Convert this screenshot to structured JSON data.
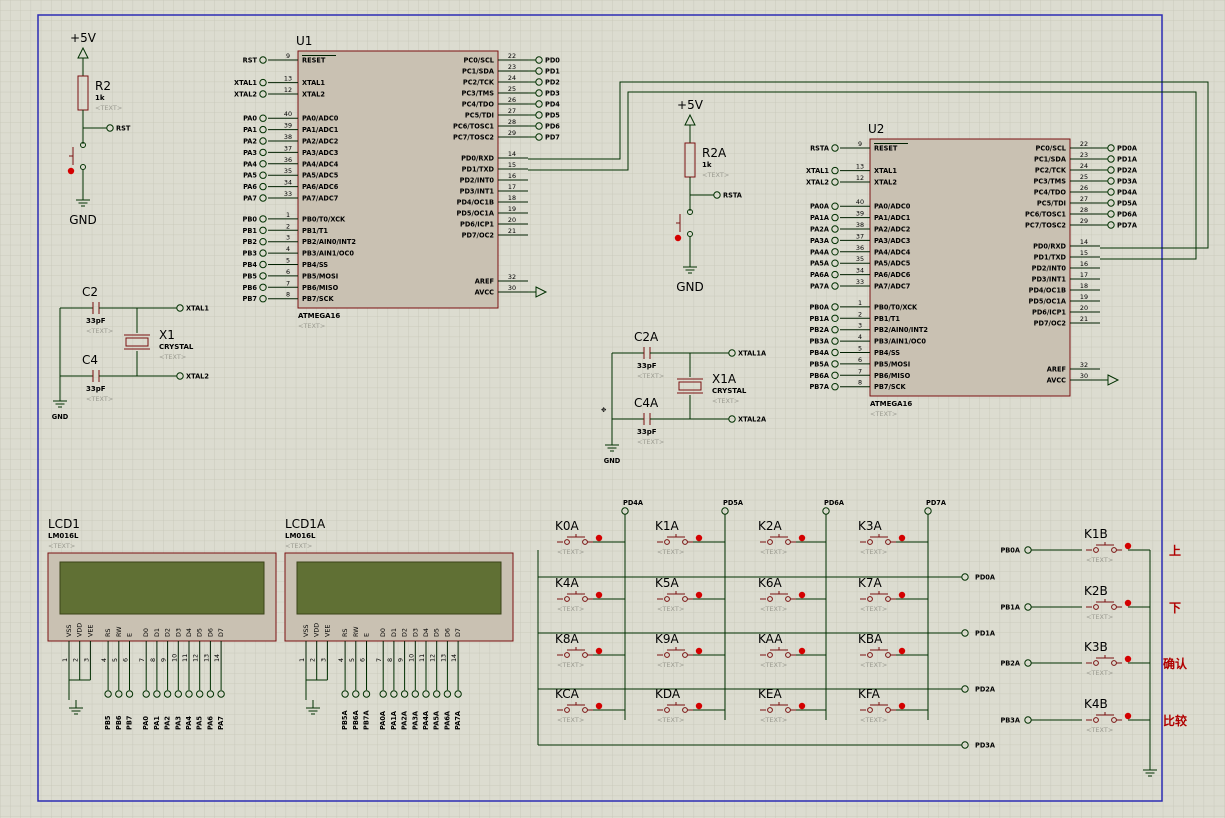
{
  "colors": {
    "background": "#dcdcd0",
    "grid": "#c9c9bc",
    "border": "#2c2cb4",
    "wire": "#003000",
    "body": "#c9c1b2",
    "outline": "#7a1010",
    "lcd_screen": "#607034",
    "lcd_bezel": "#c9c1b2",
    "red_dot": "#d40000",
    "label_red": "#b00000",
    "hint": "#9a9a90"
  },
  "text_hint": "<TEXT>",
  "u1": {
    "ref": "U1",
    "part": "ATMEGA16",
    "left_pins": [
      {
        "net": "RST",
        "num": "9",
        "name": "RESET"
      },
      {
        "net": "XTAL1",
        "num": "13",
        "name": "XTAL1"
      },
      {
        "net": "XTAL2",
        "num": "12",
        "name": "XTAL2"
      },
      {
        "net": "PA0",
        "num": "40",
        "name": "PA0/ADC0"
      },
      {
        "net": "PA1",
        "num": "39",
        "name": "PA1/ADC1"
      },
      {
        "net": "PA2",
        "num": "38",
        "name": "PA2/ADC2"
      },
      {
        "net": "PA3",
        "num": "37",
        "name": "PA3/ADC3"
      },
      {
        "net": "PA4",
        "num": "36",
        "name": "PA4/ADC4"
      },
      {
        "net": "PA5",
        "num": "35",
        "name": "PA5/ADC5"
      },
      {
        "net": "PA6",
        "num": "34",
        "name": "PA6/ADC6"
      },
      {
        "net": "PA7",
        "num": "33",
        "name": "PA7/ADC7"
      },
      {
        "net": "PB0",
        "num": "1",
        "name": "PB0/T0/XCK"
      },
      {
        "net": "PB1",
        "num": "2",
        "name": "PB1/T1"
      },
      {
        "net": "PB2",
        "num": "3",
        "name": "PB2/AIN0/INT2"
      },
      {
        "net": "PB3",
        "num": "4",
        "name": "PB3/AIN1/OC0"
      },
      {
        "net": "PB4",
        "num": "5",
        "name": "PB4/SS"
      },
      {
        "net": "PB5",
        "num": "6",
        "name": "PB5/MOSI"
      },
      {
        "net": "PB6",
        "num": "7",
        "name": "PB6/MISO"
      },
      {
        "net": "PB7",
        "num": "8",
        "name": "PB7/SCK"
      }
    ],
    "right_pins": [
      {
        "num": "22",
        "name": "PC0/SCL",
        "net": "PD0"
      },
      {
        "num": "23",
        "name": "PC1/SDA",
        "net": "PD1"
      },
      {
        "num": "24",
        "name": "PC2/TCK",
        "net": "PD2"
      },
      {
        "num": "25",
        "name": "PC3/TMS",
        "net": "PD3"
      },
      {
        "num": "26",
        "name": "PC4/TDO",
        "net": "PD4"
      },
      {
        "num": "27",
        "name": "PC5/TDI",
        "net": "PD5"
      },
      {
        "num": "28",
        "name": "PC6/TOSC1",
        "net": "PD6"
      },
      {
        "num": "29",
        "name": "PC7/TOSC2",
        "net": "PD7"
      },
      {
        "num": "14",
        "name": "PD0/RXD",
        "net": ""
      },
      {
        "num": "15",
        "name": "PD1/TXD",
        "net": ""
      },
      {
        "num": "16",
        "name": "PD2/INT0",
        "net": ""
      },
      {
        "num": "17",
        "name": "PD3/INT1",
        "net": ""
      },
      {
        "num": "18",
        "name": "PD4/OC1B",
        "net": ""
      },
      {
        "num": "19",
        "name": "PD5/OC1A",
        "net": ""
      },
      {
        "num": "20",
        "name": "PD6/ICP1",
        "net": ""
      },
      {
        "num": "21",
        "name": "PD7/OC2",
        "net": ""
      },
      {
        "num": "32",
        "name": "AREF",
        "net": ""
      },
      {
        "num": "30",
        "name": "AVCC",
        "net": ""
      }
    ]
  },
  "u2": {
    "ref": "U2",
    "part": "ATMEGA16",
    "left_pins": [
      {
        "net": "RSTA",
        "num": "9",
        "name": "RESET"
      },
      {
        "net": "XTAL1",
        "num": "13",
        "name": "XTAL1"
      },
      {
        "net": "XTAL2",
        "num": "12",
        "name": "XTAL2"
      },
      {
        "net": "PA0A",
        "num": "40",
        "name": "PA0/ADC0"
      },
      {
        "net": "PA1A",
        "num": "39",
        "name": "PA1/ADC1"
      },
      {
        "net": "PA2A",
        "num": "38",
        "name": "PA2/ADC2"
      },
      {
        "net": "PA3A",
        "num": "37",
        "name": "PA3/ADC3"
      },
      {
        "net": "PA4A",
        "num": "36",
        "name": "PA4/ADC4"
      },
      {
        "net": "PA5A",
        "num": "35",
        "name": "PA5/ADC5"
      },
      {
        "net": "PA6A",
        "num": "34",
        "name": "PA6/ADC6"
      },
      {
        "net": "PA7A",
        "num": "33",
        "name": "PA7/ADC7"
      },
      {
        "net": "PB0A",
        "num": "1",
        "name": "PB0/T0/XCK"
      },
      {
        "net": "PB1A",
        "num": "2",
        "name": "PB1/T1"
      },
      {
        "net": "PB2A",
        "num": "3",
        "name": "PB2/AIN0/INT2"
      },
      {
        "net": "PB3A",
        "num": "4",
        "name": "PB3/AIN1/OC0"
      },
      {
        "net": "PB4A",
        "num": "5",
        "name": "PB4/SS"
      },
      {
        "net": "PB5A",
        "num": "6",
        "name": "PB5/MOSI"
      },
      {
        "net": "PB6A",
        "num": "7",
        "name": "PB6/MISO"
      },
      {
        "net": "PB7A",
        "num": "8",
        "name": "PB7/SCK"
      }
    ],
    "right_pins": [
      {
        "num": "22",
        "name": "PC0/SCL",
        "net": "PD0A"
      },
      {
        "num": "23",
        "name": "PC1/SDA",
        "net": "PD1A"
      },
      {
        "num": "24",
        "name": "PC2/TCK",
        "net": "PD2A"
      },
      {
        "num": "25",
        "name": "PC3/TMS",
        "net": "PD3A"
      },
      {
        "num": "26",
        "name": "PC4/TDO",
        "net": "PD4A"
      },
      {
        "num": "27",
        "name": "PC5/TDI",
        "net": "PD5A"
      },
      {
        "num": "28",
        "name": "PC6/TOSC1",
        "net": "PD6A"
      },
      {
        "num": "29",
        "name": "PC7/TOSC2",
        "net": "PD7A"
      },
      {
        "num": "14",
        "name": "PD0/RXD",
        "net": ""
      },
      {
        "num": "15",
        "name": "PD1/TXD",
        "net": ""
      },
      {
        "num": "16",
        "name": "PD2/INT0",
        "net": ""
      },
      {
        "num": "17",
        "name": "PD3/INT1",
        "net": ""
      },
      {
        "num": "18",
        "name": "PD4/OC1B",
        "net": ""
      },
      {
        "num": "19",
        "name": "PD5/OC1A",
        "net": ""
      },
      {
        "num": "20",
        "name": "PD6/ICP1",
        "net": ""
      },
      {
        "num": "21",
        "name": "PD7/OC2",
        "net": ""
      },
      {
        "num": "32",
        "name": "AREF",
        "net": ""
      },
      {
        "num": "30",
        "name": "AVCC",
        "net": ""
      }
    ]
  },
  "reset1": {
    "power": "+5V",
    "ref": "R2",
    "value": "1k",
    "net": "RST",
    "gnd": "GND"
  },
  "reset2": {
    "power": "+5V",
    "ref": "R2A",
    "value": "1k",
    "net": "RSTA",
    "gnd": "GND"
  },
  "osc1": {
    "c_top_ref": "C2",
    "c_top_val": "33pF",
    "c_bot_ref": "C4",
    "c_bot_val": "33pF",
    "x_ref": "X1",
    "x_val": "CRYSTAL",
    "net_top": "XTAL1",
    "net_bot": "XTAL2",
    "gnd": "GND"
  },
  "osc2": {
    "c_top_ref": "C2A",
    "c_top_val": "33pF",
    "c_bot_ref": "C4A",
    "c_bot_val": "33pF",
    "x_ref": "X1A",
    "x_val": "CRYSTAL",
    "net_top": "XTAL1A",
    "net_bot": "XTAL2A",
    "gnd": "GND"
  },
  "lcd1": {
    "ref": "LCD1",
    "part": "LM016L",
    "pins": [
      {
        "n": "VSS",
        "num": "1"
      },
      {
        "n": "VDD",
        "num": "2"
      },
      {
        "n": "VEE",
        "num": "3"
      },
      {
        "n": "RS",
        "num": "4"
      },
      {
        "n": "RW",
        "num": "5"
      },
      {
        "n": "E",
        "num": "6"
      },
      {
        "n": "D0",
        "num": "7"
      },
      {
        "n": "D1",
        "num": "8"
      },
      {
        "n": "D2",
        "num": "9"
      },
      {
        "n": "D3",
        "num": "10"
      },
      {
        "n": "D4",
        "num": "11"
      },
      {
        "n": "D5",
        "num": "12"
      },
      {
        "n": "D6",
        "num": "13"
      },
      {
        "n": "D7",
        "num": "14"
      }
    ],
    "nets": [
      "PB5",
      "PB6",
      "PB7",
      "PA0",
      "PA1",
      "PA2",
      "PA3",
      "PA4",
      "PA5",
      "PA6",
      "PA7"
    ]
  },
  "lcd2": {
    "ref": "LCD1A",
    "part": "LM016L",
    "pins": [
      {
        "n": "VSS",
        "num": "1"
      },
      {
        "n": "VDD",
        "num": "2"
      },
      {
        "n": "VEE",
        "num": "3"
      },
      {
        "n": "RS",
        "num": "4"
      },
      {
        "n": "RW",
        "num": "5"
      },
      {
        "n": "E",
        "num": "6"
      },
      {
        "n": "D0",
        "num": "7"
      },
      {
        "n": "D1",
        "num": "8"
      },
      {
        "n": "D2",
        "num": "9"
      },
      {
        "n": "D3",
        "num": "10"
      },
      {
        "n": "D4",
        "num": "11"
      },
      {
        "n": "D5",
        "num": "12"
      },
      {
        "n": "D6",
        "num": "13"
      },
      {
        "n": "D7",
        "num": "14"
      }
    ],
    "nets": [
      "PB5A",
      "PB6A",
      "PB7A",
      "PA0A",
      "PA1A",
      "PA2A",
      "PA3A",
      "PA4A",
      "PA5A",
      "PA6A",
      "PA7A"
    ]
  },
  "keypad": {
    "col_nets": [
      "PD4A",
      "PD5A",
      "PD6A",
      "PD7A"
    ],
    "row_nets": [
      "PD0A",
      "PD1A",
      "PD2A",
      "PD3A"
    ],
    "keys": [
      [
        "K0A",
        "K1A",
        "K2A",
        "K3A"
      ],
      [
        "K4A",
        "K5A",
        "K6A",
        "K7A"
      ],
      [
        "K8A",
        "K9A",
        "KAA",
        "KBA"
      ],
      [
        "KCA",
        "KDA",
        "KEA",
        "KFA"
      ]
    ]
  },
  "side_keys": [
    {
      "ref": "K1B",
      "net": "PB0A",
      "label": "上"
    },
    {
      "ref": "K2B",
      "net": "PB1A",
      "label": "下"
    },
    {
      "ref": "K3B",
      "net": "PB2A",
      "label": "确认"
    },
    {
      "ref": "K4B",
      "net": "PB3A",
      "label": "比较"
    }
  ]
}
